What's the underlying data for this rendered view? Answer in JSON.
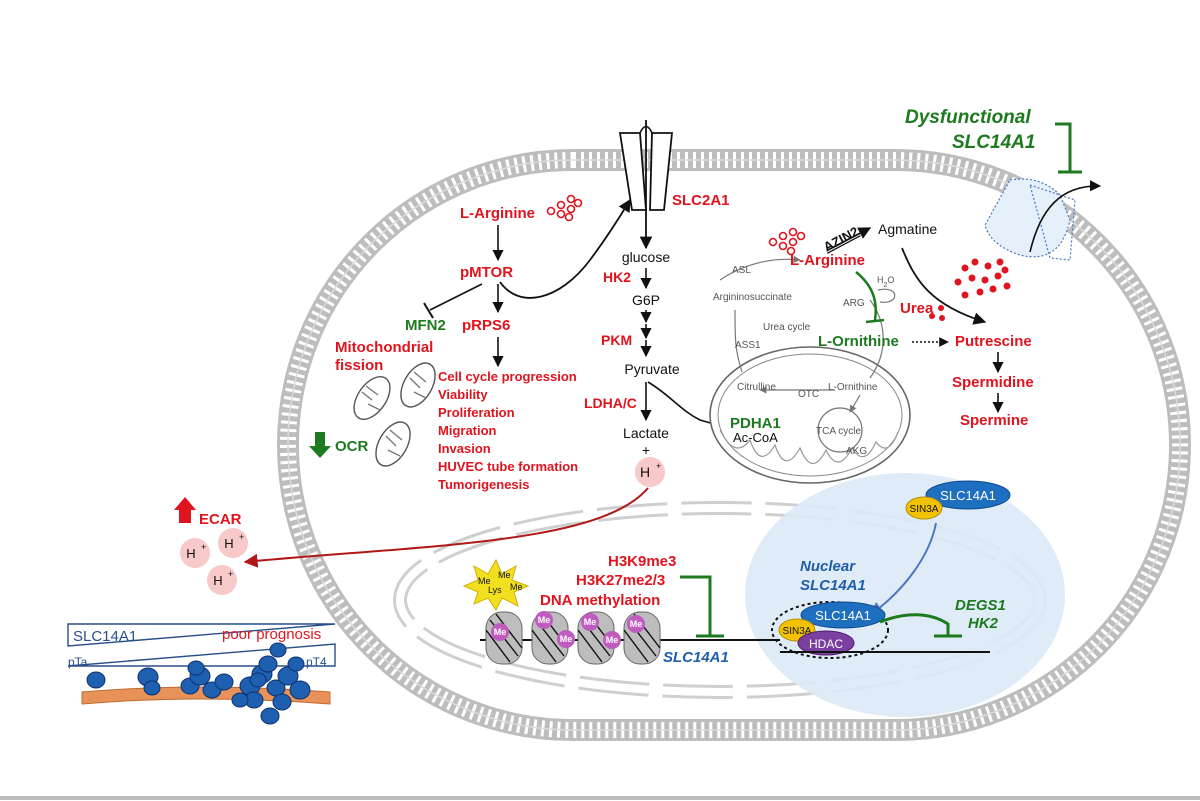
{
  "glycolysis": {
    "transporter": "SLC2A1",
    "glucose": "glucose",
    "hk2": "HK2",
    "g6p": "G6P",
    "pkm": "PKM",
    "pyruvate": "Pyruvate",
    "ldha": "LDHA/C",
    "lactate": "Lactate",
    "plus": "+",
    "proton": "H"
  },
  "signaling": {
    "l_arginine": "L-Arginine",
    "pmtor": "pMTOR",
    "mfn2": "MFN2",
    "prps6": "pRPS6",
    "mito_fission_1": "Mitochondrial",
    "mito_fission_2": "fission",
    "ocr": "OCR",
    "outcomes": [
      "Cell cycle progression",
      "Viability",
      "Proliferation",
      "Migration",
      "Invasion",
      "HUVEC tube formation",
      "Tumorigenesis"
    ]
  },
  "urea_cycle": {
    "azin2": "AZIN2",
    "agmatine": "Agmatine",
    "l_arginine": "L-Arginine",
    "asl": "ASL",
    "argininosuccinate": "Argininosuccinate",
    "h2o": "H",
    "h2o_sub": "2",
    "h2o_end": "O",
    "arg": "ARG",
    "urea": "Urea",
    "urea_cycle": "Urea cycle",
    "ass1": "ASS1",
    "l_ornithine": "L-Ornithine",
    "citrulline": "Citrulline",
    "otc": "OTC",
    "l_ornithine_small": "L-Ornithine",
    "pdha1": "PDHA1",
    "acoa": "Ac-CoA",
    "tca": "TCA cycle",
    "akg": "AKG"
  },
  "polyamines": {
    "putrescine": "Putrescine",
    "spermidine": "Spermidine",
    "spermine": "Spermine"
  },
  "dysfunctional": {
    "line1": "Dysfunctional",
    "line2": "SLC14A1"
  },
  "ecar": {
    "label": "ECAR",
    "proton": "H"
  },
  "epigenetic": {
    "mark1": "H3K9me3",
    "mark2": "H3K27me2/3",
    "mark3": "DNA methylation",
    "gene": "SLC14A1",
    "me": "Me",
    "lys": "Lys"
  },
  "nuclear": {
    "slc14a1": "SLC14A1",
    "sin3a": "SIN3A",
    "label1": "Nuclear",
    "label2": "SLC14A1",
    "hdac": "HDAC",
    "target1": "DEGS1",
    "target2": "HK2"
  },
  "prognosis": {
    "gene": "SLC14A1",
    "poor": "poor prognosis",
    "pta": "pTa",
    "pt4": "pT4"
  },
  "colors": {
    "red": "#e0141e",
    "green": "#1e7a1e",
    "blue": "#1f5fa8",
    "membrane": "#c8c8c8",
    "nucleus_highlight": "#dce9f5",
    "proton_bubble": "#f7c9c9",
    "hdac": "#7b3fa0",
    "sin3a": "#f2c200",
    "me_bead": "#c05cc0"
  },
  "icons": [
    "transporter-icon",
    "mitochondrion-icon",
    "nucleosome-icon",
    "tumor-cell-icon",
    "down-arrow-icon",
    "up-arrow-icon"
  ]
}
